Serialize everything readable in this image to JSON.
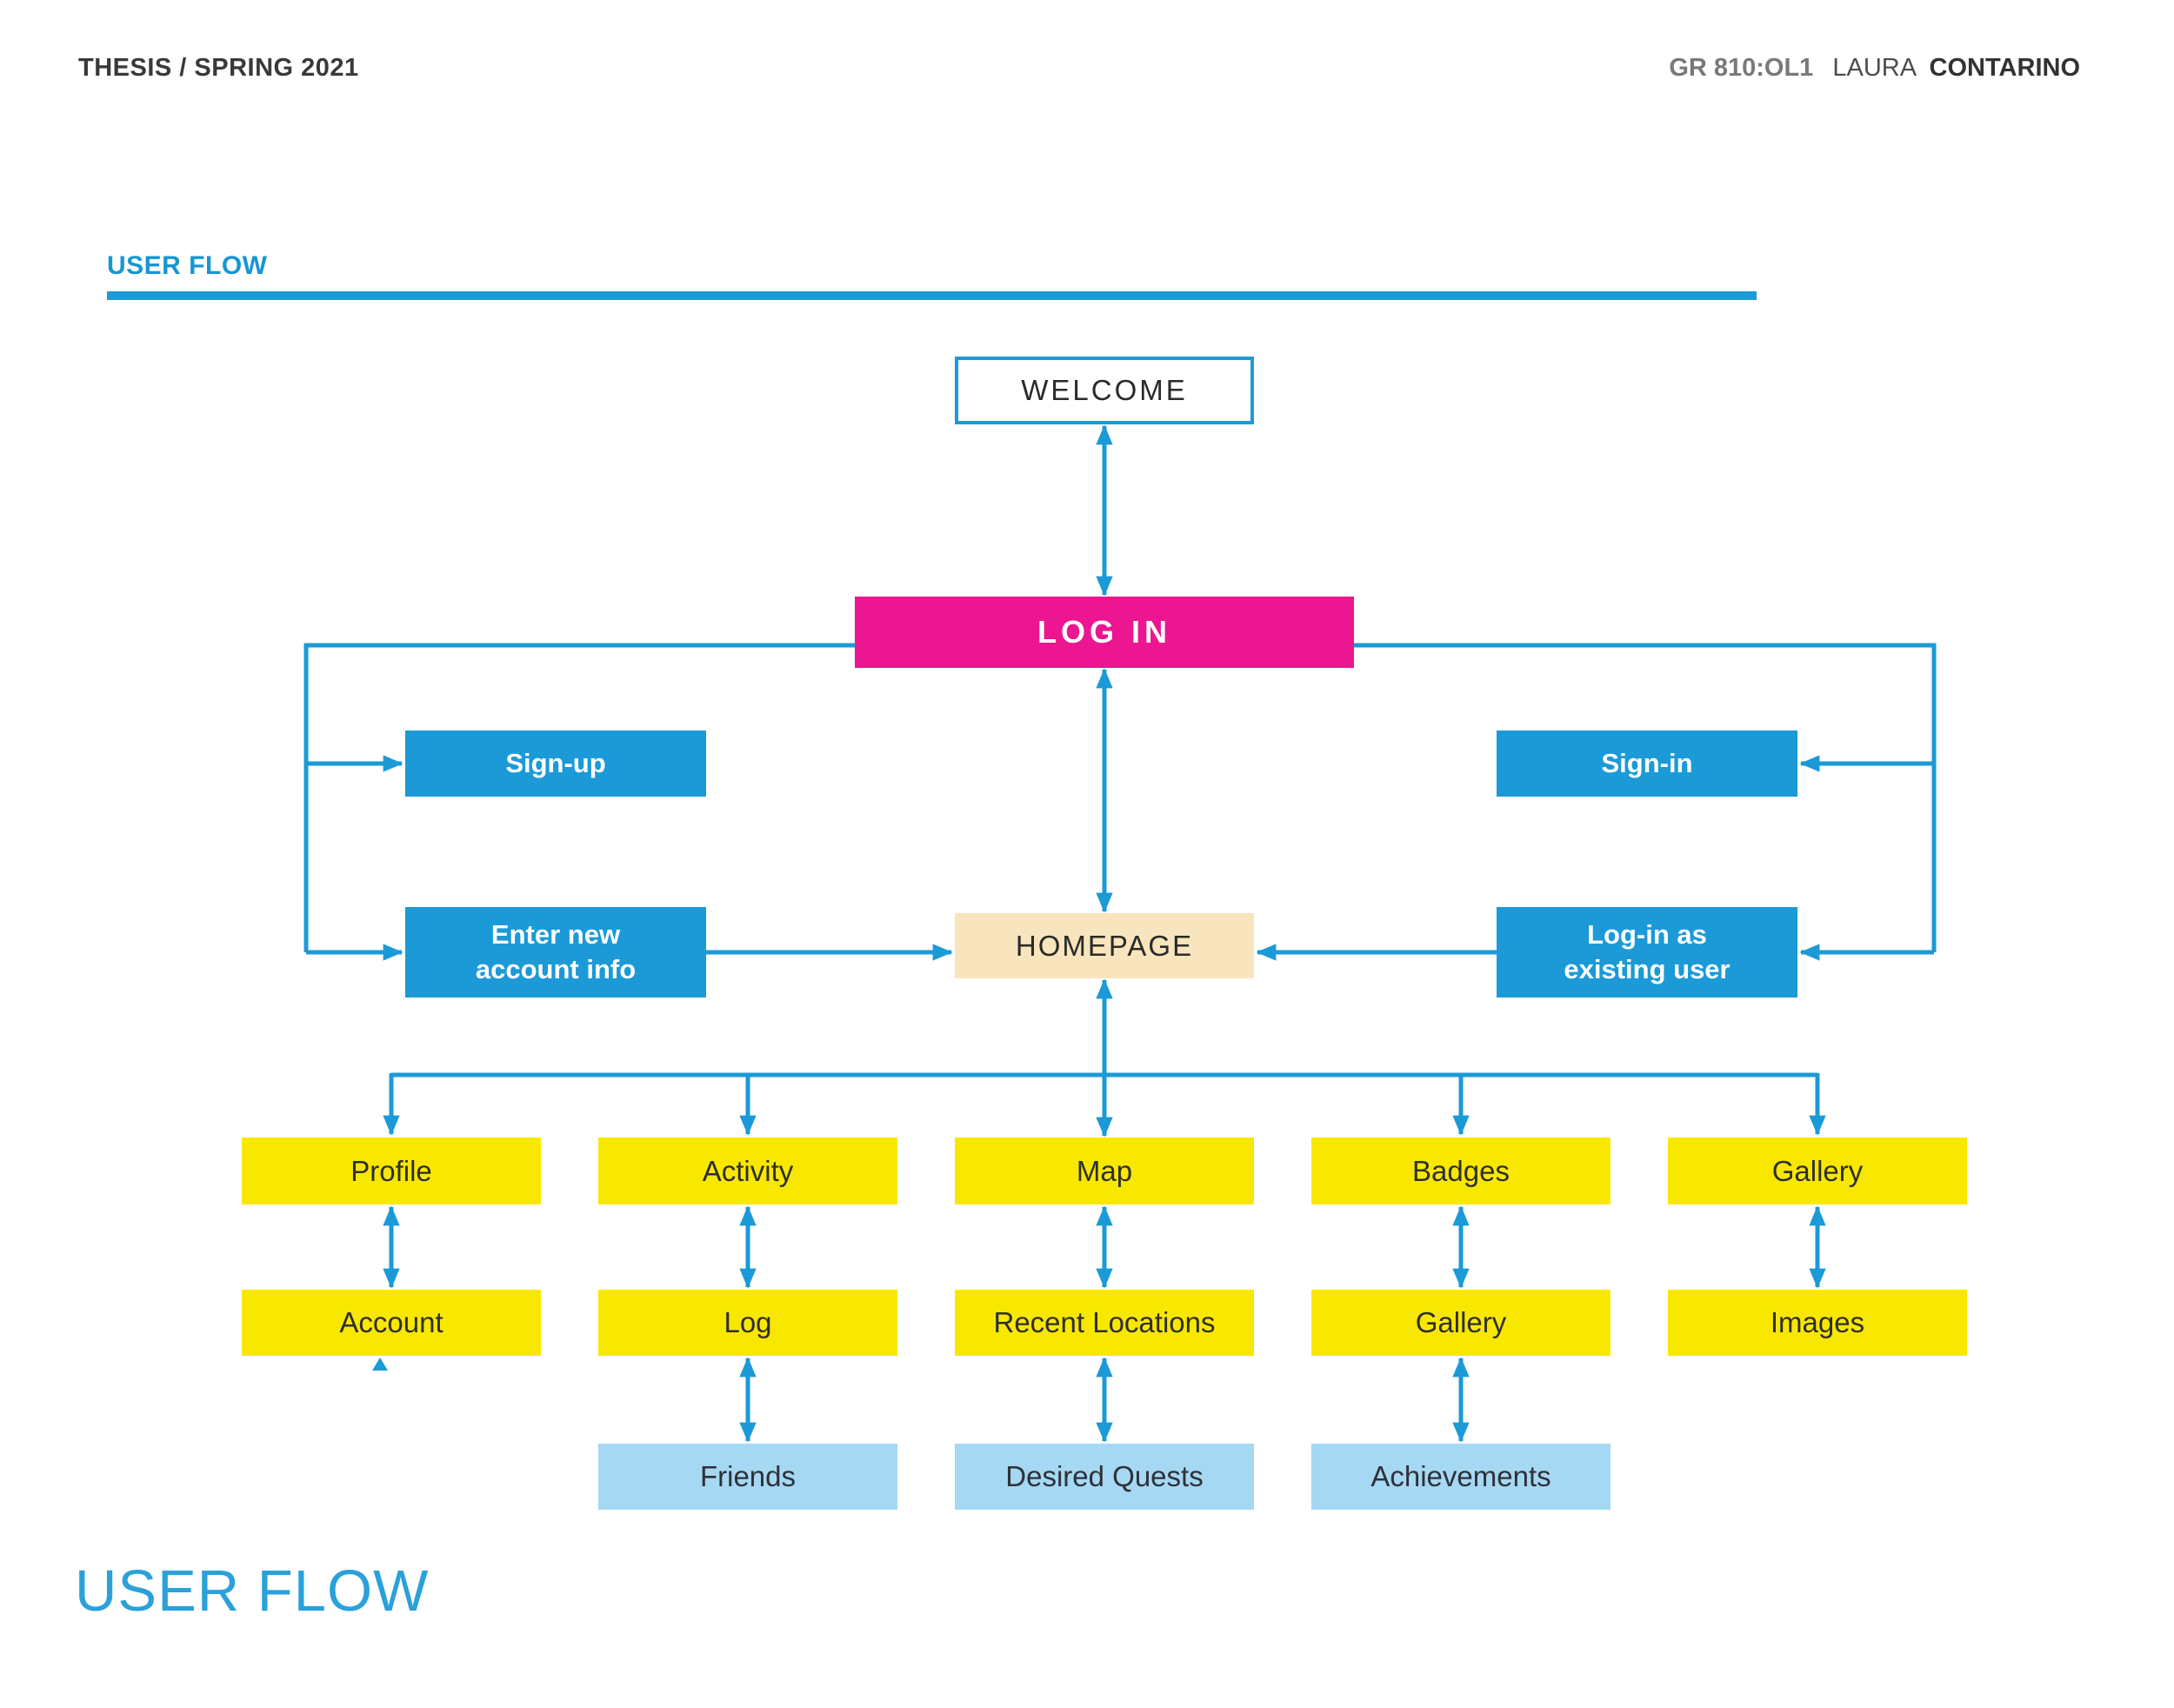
{
  "header": {
    "left": "THESIS / SPRING 2021",
    "course": "GR 810:OL1",
    "author_first": "LAURA",
    "author_last": "CONTARINO"
  },
  "section": {
    "label": "USER FLOW"
  },
  "footer": {
    "title": "USER FLOW"
  },
  "colors": {
    "accent_blue": "#1b9ad7",
    "magenta": "#eb1690",
    "yellow": "#f8e800",
    "cream": "#f9e5bd",
    "light_blue": "#a5d8f3",
    "dark_text": "#2f2e2e"
  },
  "flow": {
    "welcome": "WELCOME",
    "login": "LOG IN",
    "signup": "Sign-up",
    "signin": "Sign-in",
    "enter_new_line1": "Enter new",
    "enter_new_line2": "account info",
    "login_existing_line1": "Log-in as",
    "login_existing_line2": "existing user",
    "homepage": "HOMEPAGE",
    "columns": [
      {
        "level1": "Profile",
        "level2": "Account"
      },
      {
        "level1": "Activity",
        "level2": "Log",
        "level3": "Friends"
      },
      {
        "level1": "Map",
        "level2": "Recent Locations",
        "level3": "Desired Quests"
      },
      {
        "level1": "Badges",
        "level2": "Gallery",
        "level3": "Achievements"
      },
      {
        "level1": "Gallery",
        "level2": "Images"
      }
    ]
  }
}
